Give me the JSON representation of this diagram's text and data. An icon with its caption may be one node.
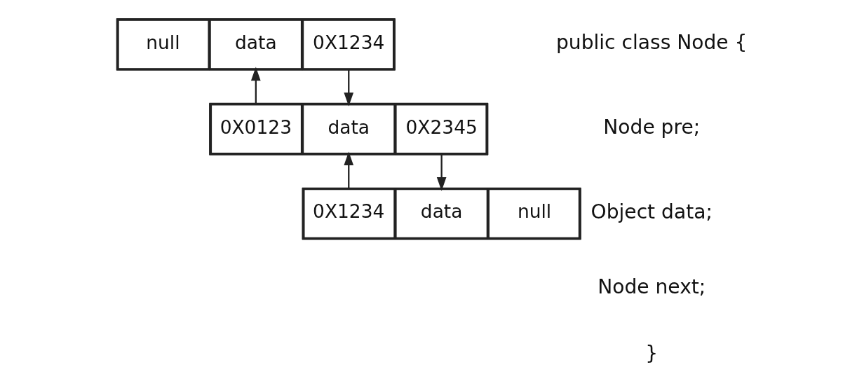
{
  "diagram": {
    "nodes": [
      {
        "text": [],
        "shape": "box"
      },
      {
        "text": [
          "null"
        ],
        "in": 0
      },
      {
        "text": [
          "data"
        ],
        "in": 0
      },
      {
        "text": [
          "0X1234"
        ],
        "in": 0
      },
      {
        "text": [],
        "shape": "box"
      },
      {
        "text": [
          "0X0123"
        ],
        "in": 4
      },
      {
        "text": [
          "data"
        ],
        "in": 4
      },
      {
        "text": [
          "0X2345"
        ],
        "in": 4
      },
      {
        "text": [],
        "shape": "box"
      },
      {
        "text": [
          "0X1234"
        ],
        "in": 8
      },
      {
        "text": [
          "data"
        ],
        "in": 8
      },
      {
        "text": [
          "null"
        ],
        "in": 8
      }
    ],
    "edges": [
      {
        "from": 3,
        "to": 6,
        "arrow": "to"
      },
      {
        "from": 5,
        "to": 2,
        "arrow": "to"
      },
      {
        "from": 7,
        "to": 10,
        "arrow": "to"
      },
      {
        "from": 9,
        "to": 6,
        "arrow": "to"
      }
    ],
    "labels": [
      "public class Node {",
      "Node pre;",
      "Object data;",
      "Node next;",
      "}"
    ]
  }
}
